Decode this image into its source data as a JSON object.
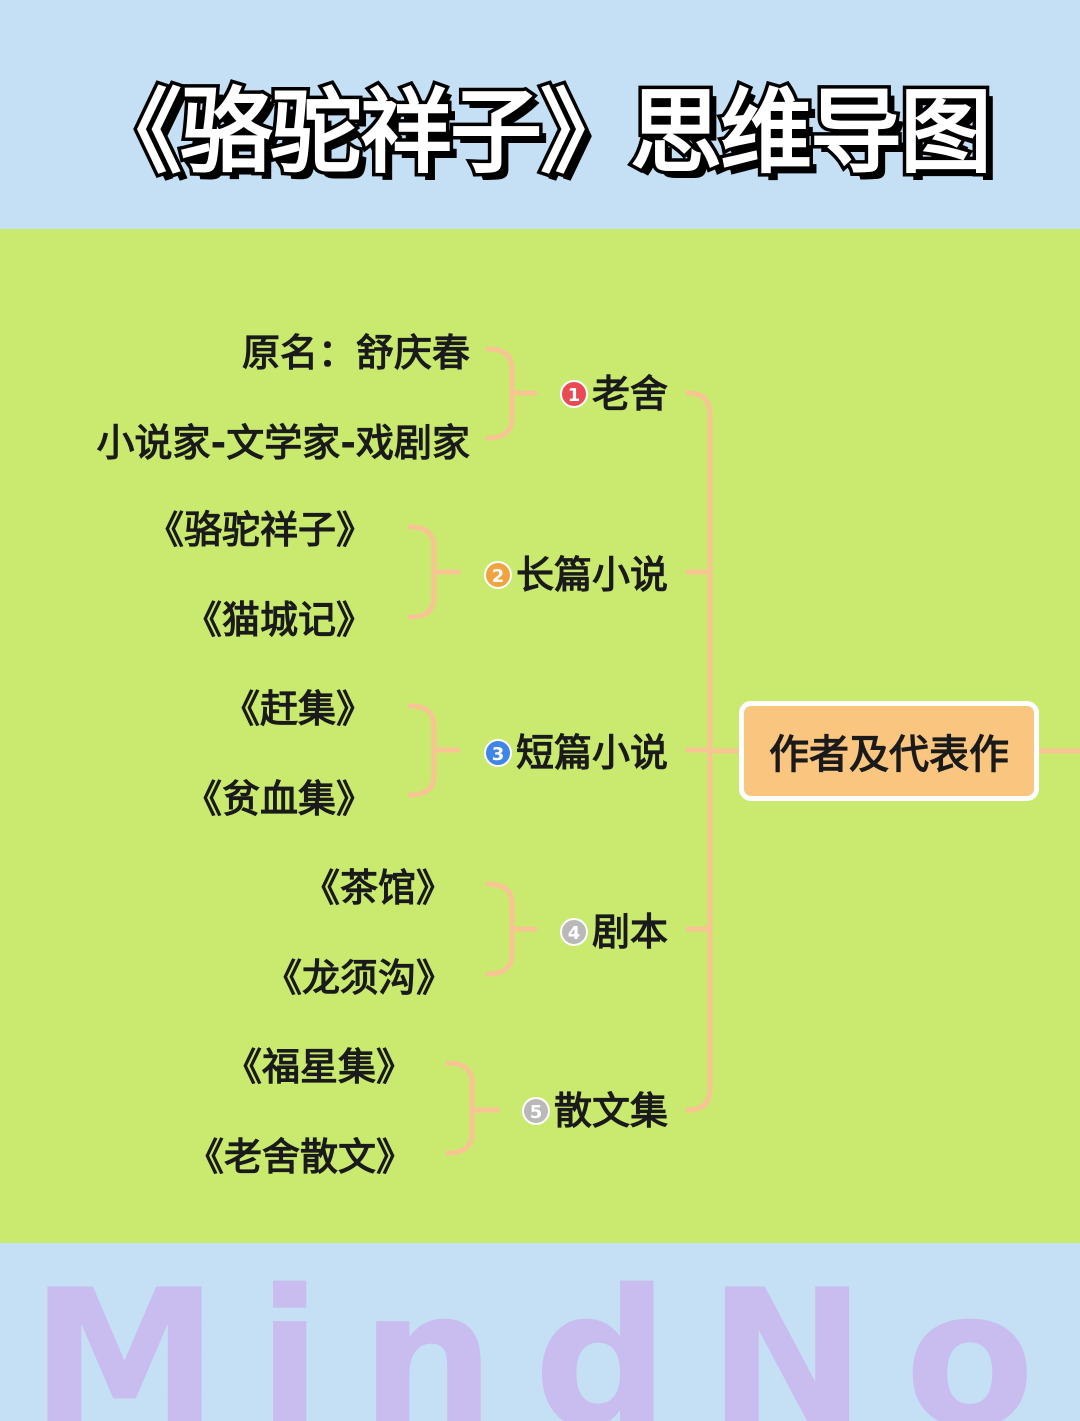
{
  "title": "《骆驼祥子》思维导图",
  "watermark": "MindNow",
  "root": {
    "label": "作者及代表作"
  },
  "branches": [
    {
      "badge": "1",
      "label": "老舍",
      "color": "#e94b55",
      "leaves": [
        "原名：舒庆春",
        "小说家-文学家-戏剧家"
      ]
    },
    {
      "badge": "2",
      "label": "长篇小说",
      "color": "#f0a340",
      "leaves": [
        "《骆驼祥子》",
        "《猫城记》"
      ]
    },
    {
      "badge": "3",
      "label": "短篇小说",
      "color": "#3f86e6",
      "leaves": [
        "《赶集》",
        "《贫血集》"
      ]
    },
    {
      "badge": "4",
      "label": "剧本",
      "color": "#b9b9b9",
      "leaves": [
        "《茶馆》",
        "《龙须沟》"
      ]
    },
    {
      "badge": "5",
      "label": "散文集",
      "color": "#b9b9b9",
      "leaves": [
        "《福星集》",
        "《老舍散文》"
      ]
    }
  ],
  "colors": {
    "connector": "#f9c493",
    "canvas": "#c9ea6f",
    "band": "#c5dff4",
    "root_fill": "#fac57f"
  }
}
